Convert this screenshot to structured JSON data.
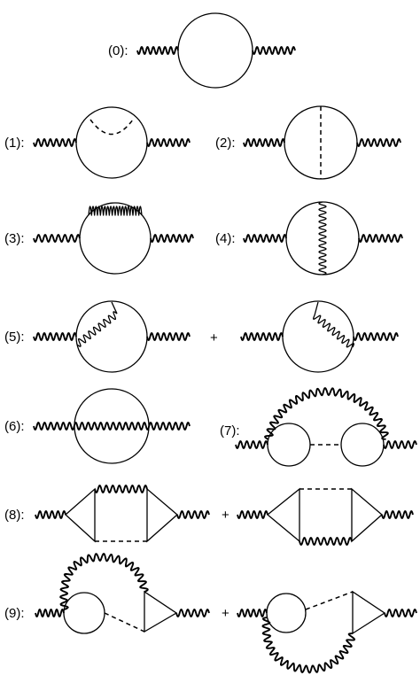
{
  "labels": {
    "d0": "(0):",
    "d1": "(1):",
    "d2": "(2):",
    "d3": "(3):",
    "d4": "(4):",
    "d5": "(5):",
    "d6": "(6):",
    "d7": "(7):",
    "d8": "(8):",
    "d9": "(9):"
  },
  "plus": "+"
}
